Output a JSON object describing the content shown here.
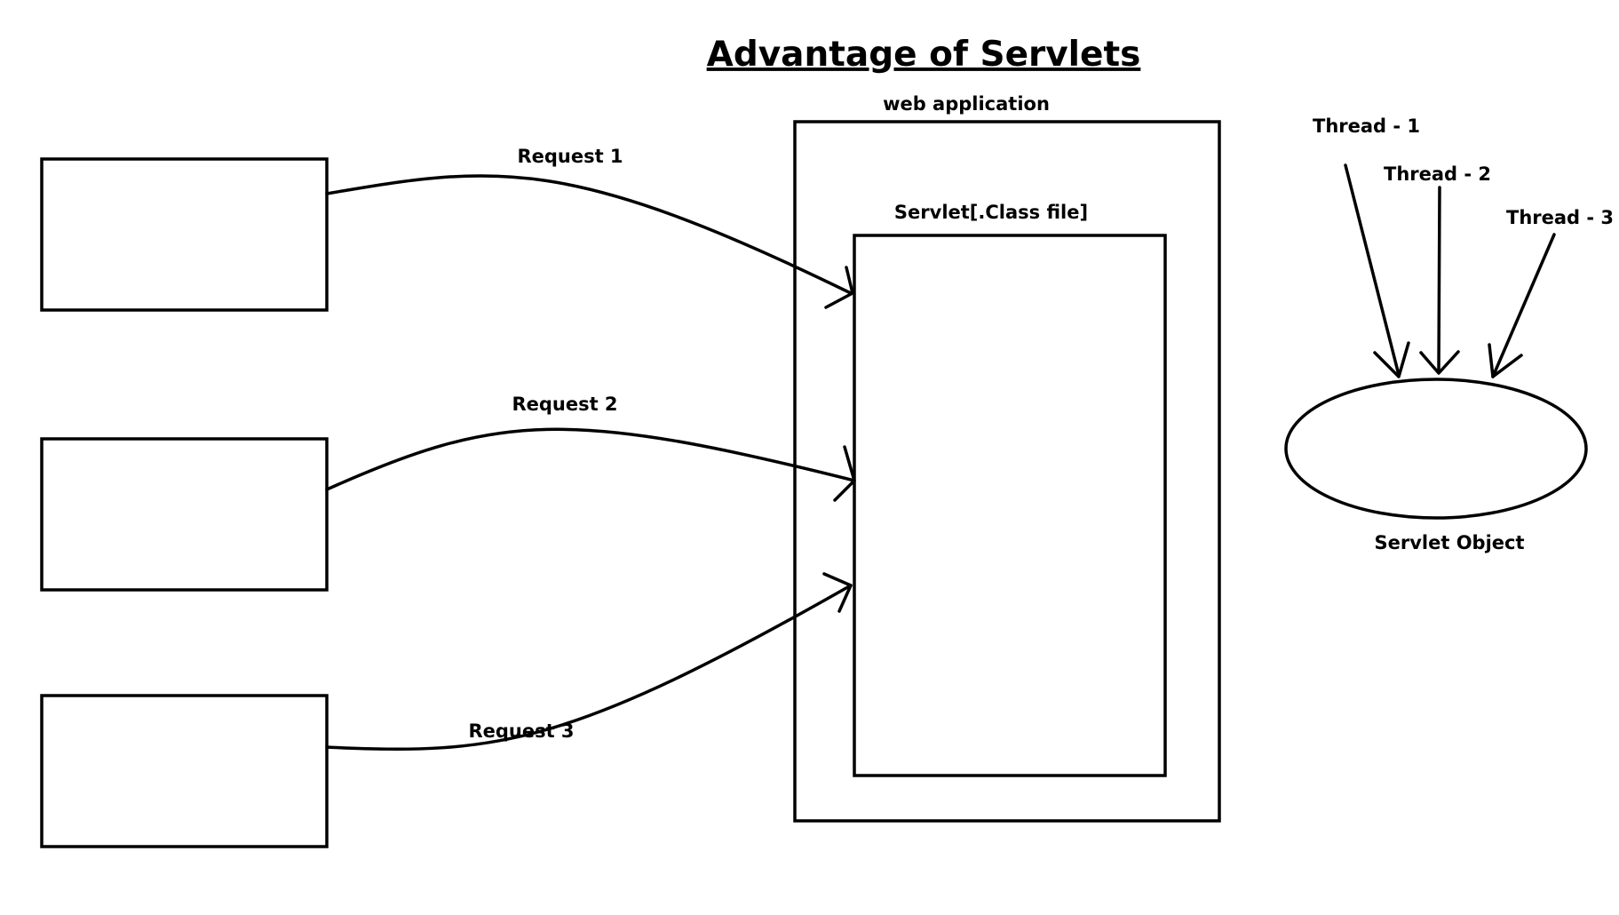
{
  "title": "Advantage of Servlets",
  "web_app_label": "web application",
  "servlet_label": "Servlet[.Class file]",
  "requests": [
    {
      "label": "Request 1"
    },
    {
      "label": "Request 2"
    },
    {
      "label": "Request 3"
    }
  ],
  "threads": [
    {
      "label": "Thread - 1"
    },
    {
      "label": "Thread - 2"
    },
    {
      "label": "Thread - 3"
    }
  ],
  "servlet_object_label": "Servlet Object",
  "colors": {
    "stroke": "#000000",
    "background": "#ffffff"
  }
}
